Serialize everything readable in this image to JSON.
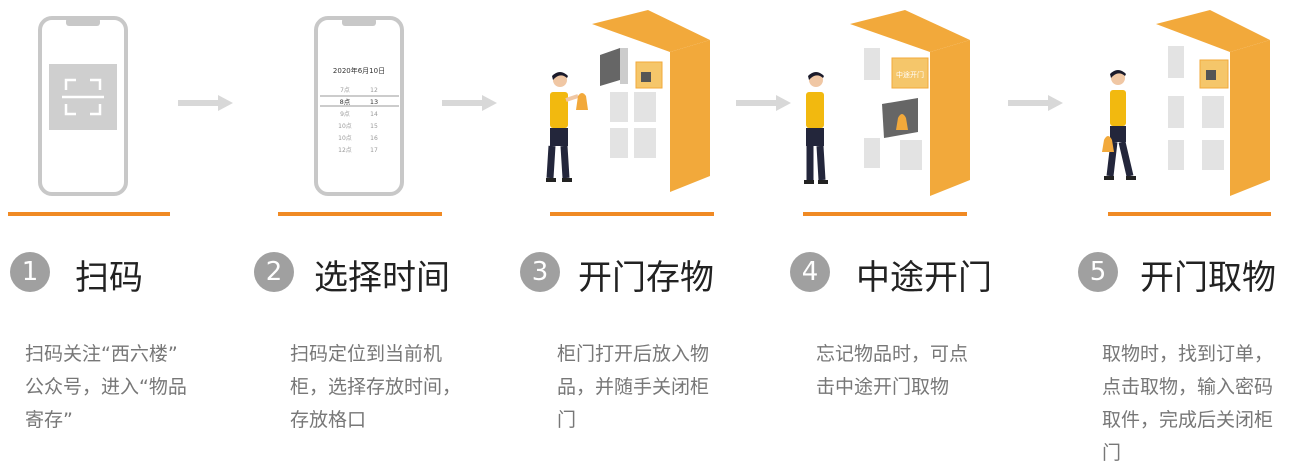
{
  "steps": [
    {
      "num": "1",
      "title": "扫码",
      "desc": [
        "扫码关注“西六楼”",
        "公众号，进入“物品",
        "寄存”"
      ]
    },
    {
      "num": "2",
      "title": "选择时间",
      "desc": [
        "扫码定位到当前机",
        "柜，选择存放时间，",
        "存放格口"
      ]
    },
    {
      "num": "3",
      "title": "开门存物",
      "desc": [
        "柜门打开后放入物",
        "品，并随手关闭柜",
        "门"
      ]
    },
    {
      "num": "4",
      "title": "中途开门",
      "desc": [
        "忘记物品时，可点",
        "击中途开门取物"
      ]
    },
    {
      "num": "5",
      "title": "开门取物",
      "desc": [
        "取物时，找到订单，",
        "点击取物，输入密码",
        "取件，完成后关闭柜",
        "门"
      ]
    }
  ],
  "phone2": {
    "date": "2020年6月10日",
    "rows": [
      {
        "h": "7点",
        "m": "12"
      },
      {
        "h": "8点",
        "m": "13"
      },
      {
        "h": "9点",
        "m": "14"
      },
      {
        "h": "10点",
        "m": "15"
      },
      {
        "h": "10点",
        "m": "16"
      },
      {
        "h": "12点",
        "m": "17"
      }
    ]
  },
  "locker_sign": "中途开门",
  "colors": {
    "accent": "#f08a24",
    "locker": "#f2a93b",
    "grey": "#a0a0a0"
  }
}
